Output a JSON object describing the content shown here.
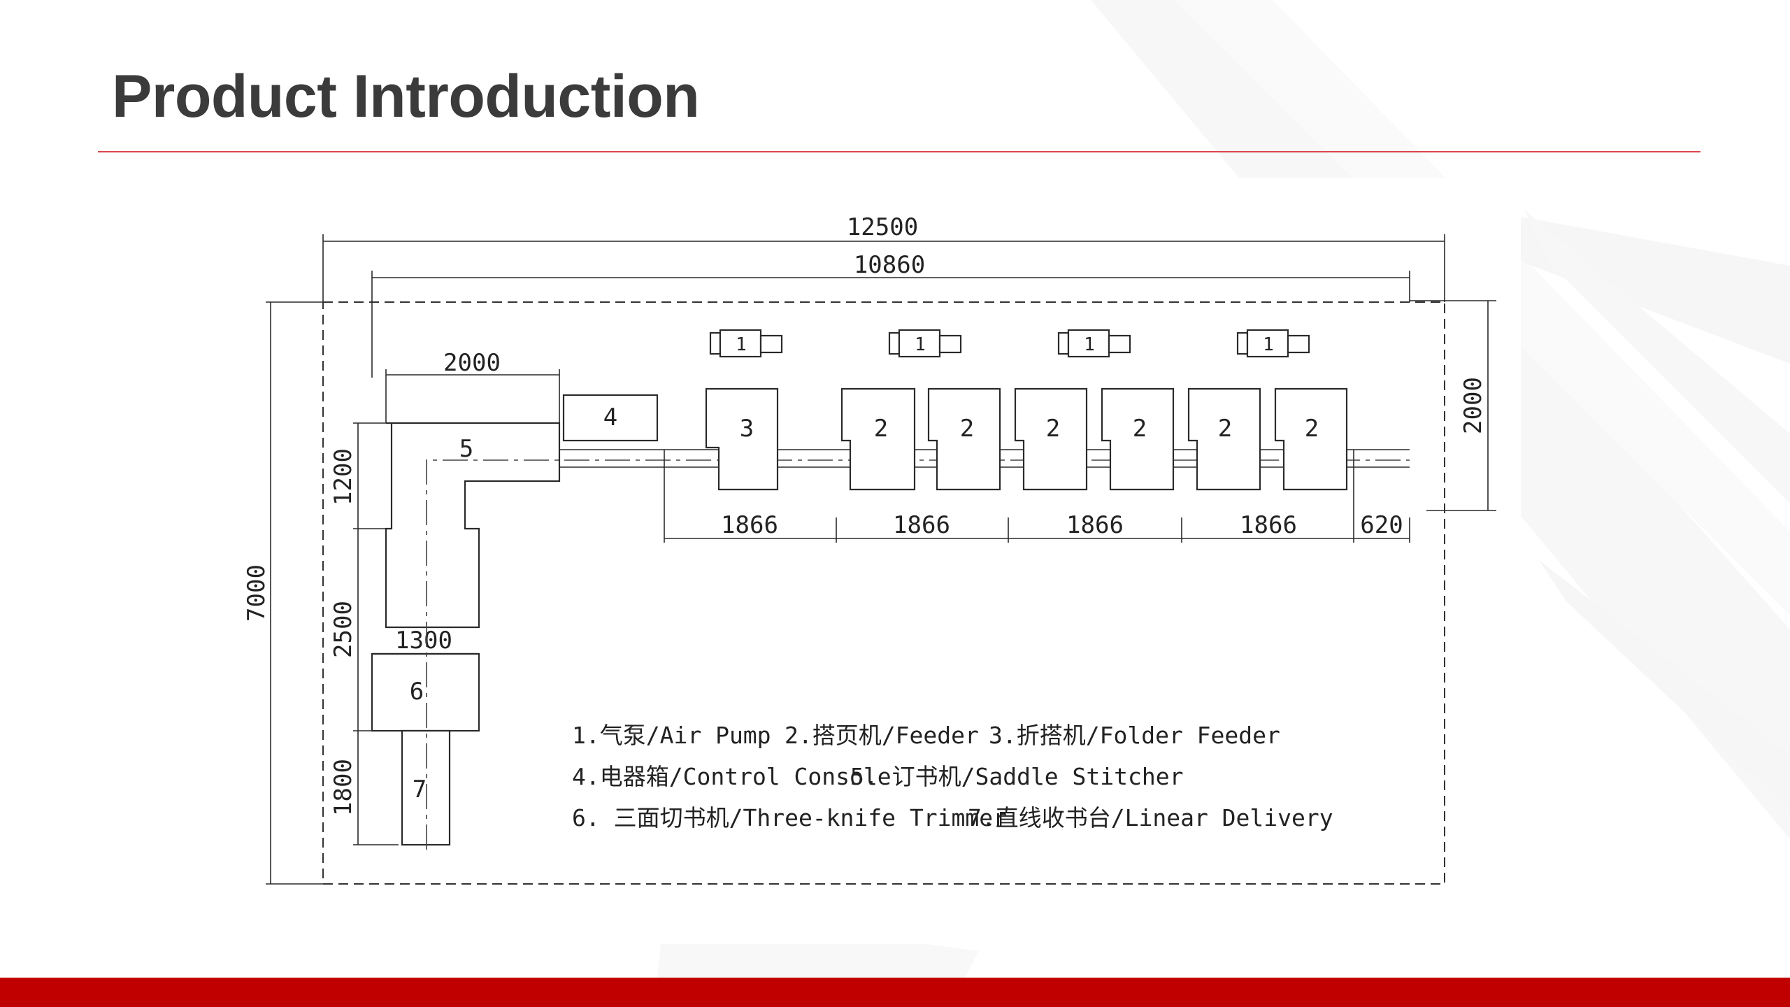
{
  "slide": {
    "title": "Product Introduction"
  },
  "colors": {
    "accent_red": "#c00000",
    "title_text": "#3b3b3b",
    "rule_red": "#d9464a"
  },
  "drawing": {
    "overall_width": "12500",
    "machine_width": "10860",
    "section_2000": "2000",
    "height_7000": "7000",
    "height_1200": "1200",
    "height_2500": "2500",
    "height_1800": "1800",
    "width_1300": "1300",
    "right_2000": "2000",
    "pitches": [
      "1866",
      "1866",
      "1866",
      "1866"
    ],
    "end_620": "620",
    "pumps": [
      "1",
      "1",
      "1",
      "1"
    ],
    "folder_feeder": "3",
    "feeders": [
      "2",
      "2",
      "2",
      "2",
      "2",
      "2"
    ],
    "control_console": "4",
    "saddle_stitcher": "5",
    "trimmer": "6",
    "delivery": "7"
  },
  "legend": {
    "item1": "1.气泵/Air Pump",
    "item2": "2.搭页机/Feeder",
    "item3": "3.折搭机/Folder Feeder",
    "item4": "4.电器箱/Control Console",
    "item5": "5. 订书机/Saddle Stitcher",
    "item6": "6. 三面切书机/Three-knife Trimmer",
    "item7": "7.直线收书台/Linear Delivery"
  }
}
